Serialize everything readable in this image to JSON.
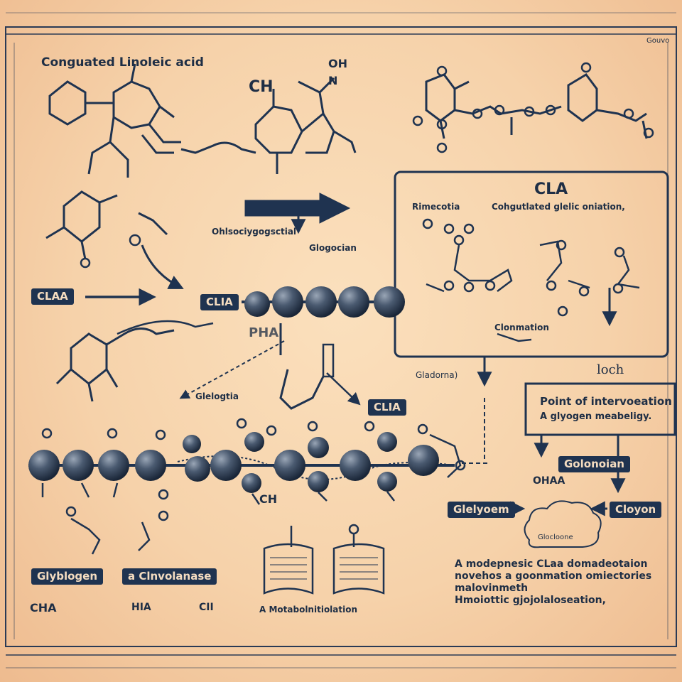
{
  "header": {
    "title": "Conguated Linoleic acid",
    "corner_label": "Gouvo"
  },
  "labels": {
    "ch_top": "CH",
    "oh_top": "OH",
    "h_top": "N",
    "ohenolyt": "Ohlsociygogsctial",
    "glogocian": "Glogocian",
    "cla_box_left": "CLAA",
    "cla_box_mid": "CLIA",
    "cla_box_right": "CLIA",
    "glelogtia": "Glelogtia",
    "pha": "PHA",
    "gladorna": "Gladorna)",
    "loch": "loch",
    "ch_bottom": "CH",
    "glyblogen_box": "Glyblogen",
    "clavolanase_box": "a Clnvolanase",
    "cha_bottom": "CHA",
    "hia_bottom": "HIA",
    "cii_bottom": "CII",
    "metabolism_caption": "A Motabolnitiolation"
  },
  "cla_panel": {
    "title": "CLA",
    "left_label": "Rimecotia",
    "subtitle": "Cohgutlated glelic oniation,",
    "lower_label": "Clonmation"
  },
  "intervention": {
    "title": "Point of intervoeation",
    "subtitle": "A glyogen meabeligy."
  },
  "pathway_boxes": {
    "golonoian": "Golonoian",
    "glelyoem": "Glelyoem",
    "cloyon": "Cloyon",
    "glocloone": "Glocloone",
    "ohaa": "OHAA"
  },
  "footnote": {
    "lines": [
      "A modepnesic CLaa domadeotaion",
      "novehos a goonmation omiectories",
      "malovinmeth",
      "Hmoiottic gjojolaloseation,"
    ]
  },
  "colors": {
    "ink": "#1f3350",
    "paper": "#f6d2aa",
    "accent": "#1f3350"
  }
}
